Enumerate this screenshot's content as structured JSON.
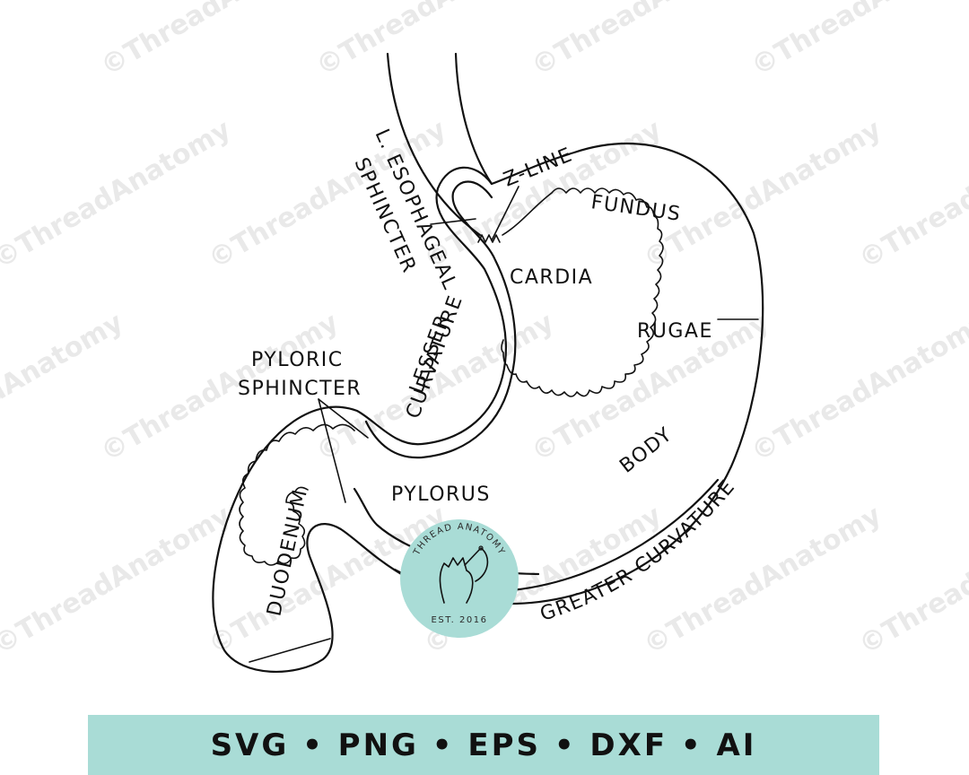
{
  "labels": {
    "z_line": "Z-LINE",
    "fundus": "FUNDUS",
    "l_esophageal": "L. ESOPHAGEAL",
    "sphincter": "SPHINCTER",
    "cardia": "CARDIA",
    "rugae": "RUGAE",
    "pyloric_sphincter_line1": "PYLORIC",
    "pyloric_sphincter_line2": "SPHINCTER",
    "lesser_line1": "LESSER",
    "lesser_line2": "CURVATURE",
    "body": "BODY",
    "pylorus": "PYLORUS",
    "duodenum": "DUODENUM",
    "greater_curvature": "GREATER CURVATURE"
  },
  "watermark": "©ThreadAnatomy",
  "badge": {
    "top_text": "THREAD ANATOMY",
    "bottom_text": "EST. 2016",
    "color": "#a9dcd6"
  },
  "format_bar": {
    "text": "SVG • PNG • EPS • DXF • AI",
    "color": "#a9dcd6"
  }
}
